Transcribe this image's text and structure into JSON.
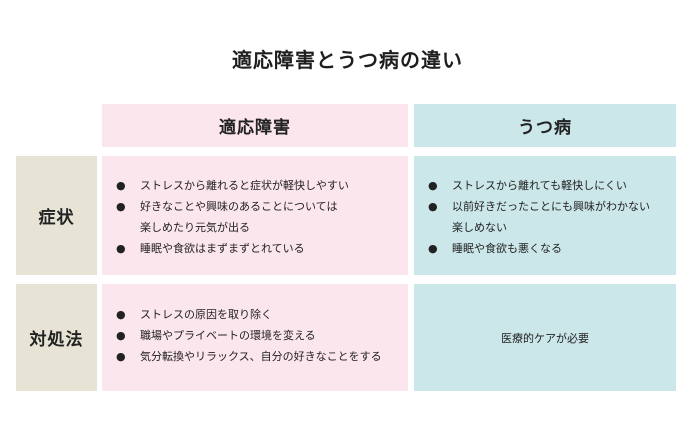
{
  "title": "適応障害とうつ病の違い",
  "columns": {
    "tekio": "適応障害",
    "utsu": "うつ病"
  },
  "rows": {
    "shojo": "症状",
    "taisho": "対処法"
  },
  "bullet": "●",
  "cells": {
    "tekio_shojo": [
      {
        "line1": "ストレスから離れると症状が軽快しやすい",
        "line2": ""
      },
      {
        "line1": "好きなことや興味のあることについては",
        "line2": "楽しめたり元気が出る"
      },
      {
        "line1": "睡眠や食欲はまずまずとれている",
        "line2": ""
      }
    ],
    "utsu_shojo": [
      {
        "line1": "ストレスから離れても軽快しにくい",
        "line2": ""
      },
      {
        "line1": "以前好きだったことにも興味がわかない",
        "line2": "楽しめない"
      },
      {
        "line1": "睡眠や食欲も悪くなる",
        "line2": ""
      }
    ],
    "tekio_taisho": [
      {
        "line1": "ストレスの原因を取り除く",
        "line2": ""
      },
      {
        "line1": "職場やプライベートの環境を変える",
        "line2": ""
      },
      {
        "line1": "気分転換やリラックス、自分の好きなことをする",
        "line2": ""
      }
    ],
    "utsu_taisho": "医療的ケアが必要"
  },
  "colors": {
    "pink": "#fce6ee",
    "blue": "#cbe7ea",
    "beige": "#e7e4d6"
  }
}
